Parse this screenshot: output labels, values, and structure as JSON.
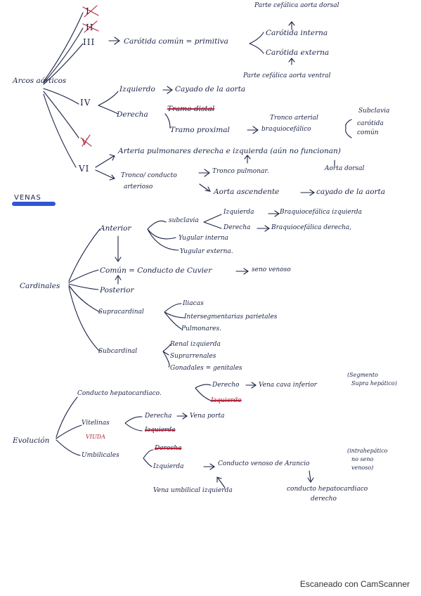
{
  "arterias": {
    "root": "Arcos aórticos",
    "arch_I": "I",
    "arch_II": "II",
    "arch_III": "III",
    "arch_IV": "IV",
    "arch_V": "V",
    "arch_VI": "VI",
    "iii_main": "Carótida común = primitiva",
    "iii_interna": "Carótida interna",
    "iii_externa": "Carótida externa",
    "iii_dorsal": "Parte cefálica aorta dorsal",
    "iii_ventral": "Parte cefálica aorta ventral",
    "iv_izq": "Izquierdo",
    "iv_izq_dest": "Cayado de la aorta",
    "iv_der": "Derecha",
    "iv_tramo_distal": "Tramo distal",
    "iv_tramo_proximal": "Tramo proximal",
    "iv_tronco": "Tronco arterial",
    "iv_braquio": "braquiocefálico",
    "iv_subclavia": "Subclavia",
    "iv_carotida": "carótida",
    "iv_comun": "común",
    "vi_pulm": "Arteria pulmonares derecha e izquierda (aún no funcionan)",
    "vi_aorta_dorsal": "Aorta dorsal",
    "vi_tronco": "Tronco/ conducto",
    "vi_arterioso": "arterioso",
    "vi_tronco_pulm": "Tronco pulmonar.",
    "vi_aorta_asc": "Aorta ascendente",
    "vi_cayado": "cayado de la aorta"
  },
  "venas_title": "VENAS",
  "cardinales": {
    "root": "Cardinales",
    "anterior": "Anterior",
    "subclavia": "subclavia",
    "izquierda": "Izquierda",
    "braq_izq": "Braquiocefálica izquierda",
    "derecha": "Derecha",
    "braq_der": "Braquiocefálica derecha,",
    "yugular_interna": "Yugular interna",
    "yugular_externa": "Yugular externa.",
    "comun": "Común = Conducto de Cuvier",
    "seno": "seno venoso",
    "posterior": "Posterior",
    "supracardinal": "Supracardinal",
    "iliacas": "Iliacas",
    "interseg": "Intersegmentarias parietales",
    "pulmonares": "Pulmonares.",
    "subcardinal": "Subcardinal",
    "renal": "Renal izquierda",
    "suprarrenales": "Suprarrenales",
    "gonadales": "Gonadales = genitales"
  },
  "evolucion": {
    "root": "Evolución",
    "hepato": "Conducto hepatocardiaco.",
    "derecho": "Derecho",
    "vena_cava": "Vena cava inferior",
    "segmento": "(Segmento",
    "suprahep": "Supra hepático)",
    "izquierdo": "Izquierdo",
    "vitelinas": "Vitelinas",
    "viuda": "VIUDA",
    "vit_derecha": "Derecha",
    "vena_porta": "Vena porta",
    "vit_izquierda": "Izquierda",
    "umbilicales": "Umbilicales",
    "umb_derecha": "Derecha",
    "umb_izquierda": "Izquierda",
    "arancio": "Conducto venoso de Arancio",
    "intrahep": "(intrahepático",
    "no_seno": "no seno",
    "venoso": "venoso)",
    "vena_umb": "Vena umbilical izquierda",
    "conducto_hep": "conducto hepatocardiaco",
    "conducto_der": "derecho"
  },
  "footer": "Escaneado con CamScanner"
}
